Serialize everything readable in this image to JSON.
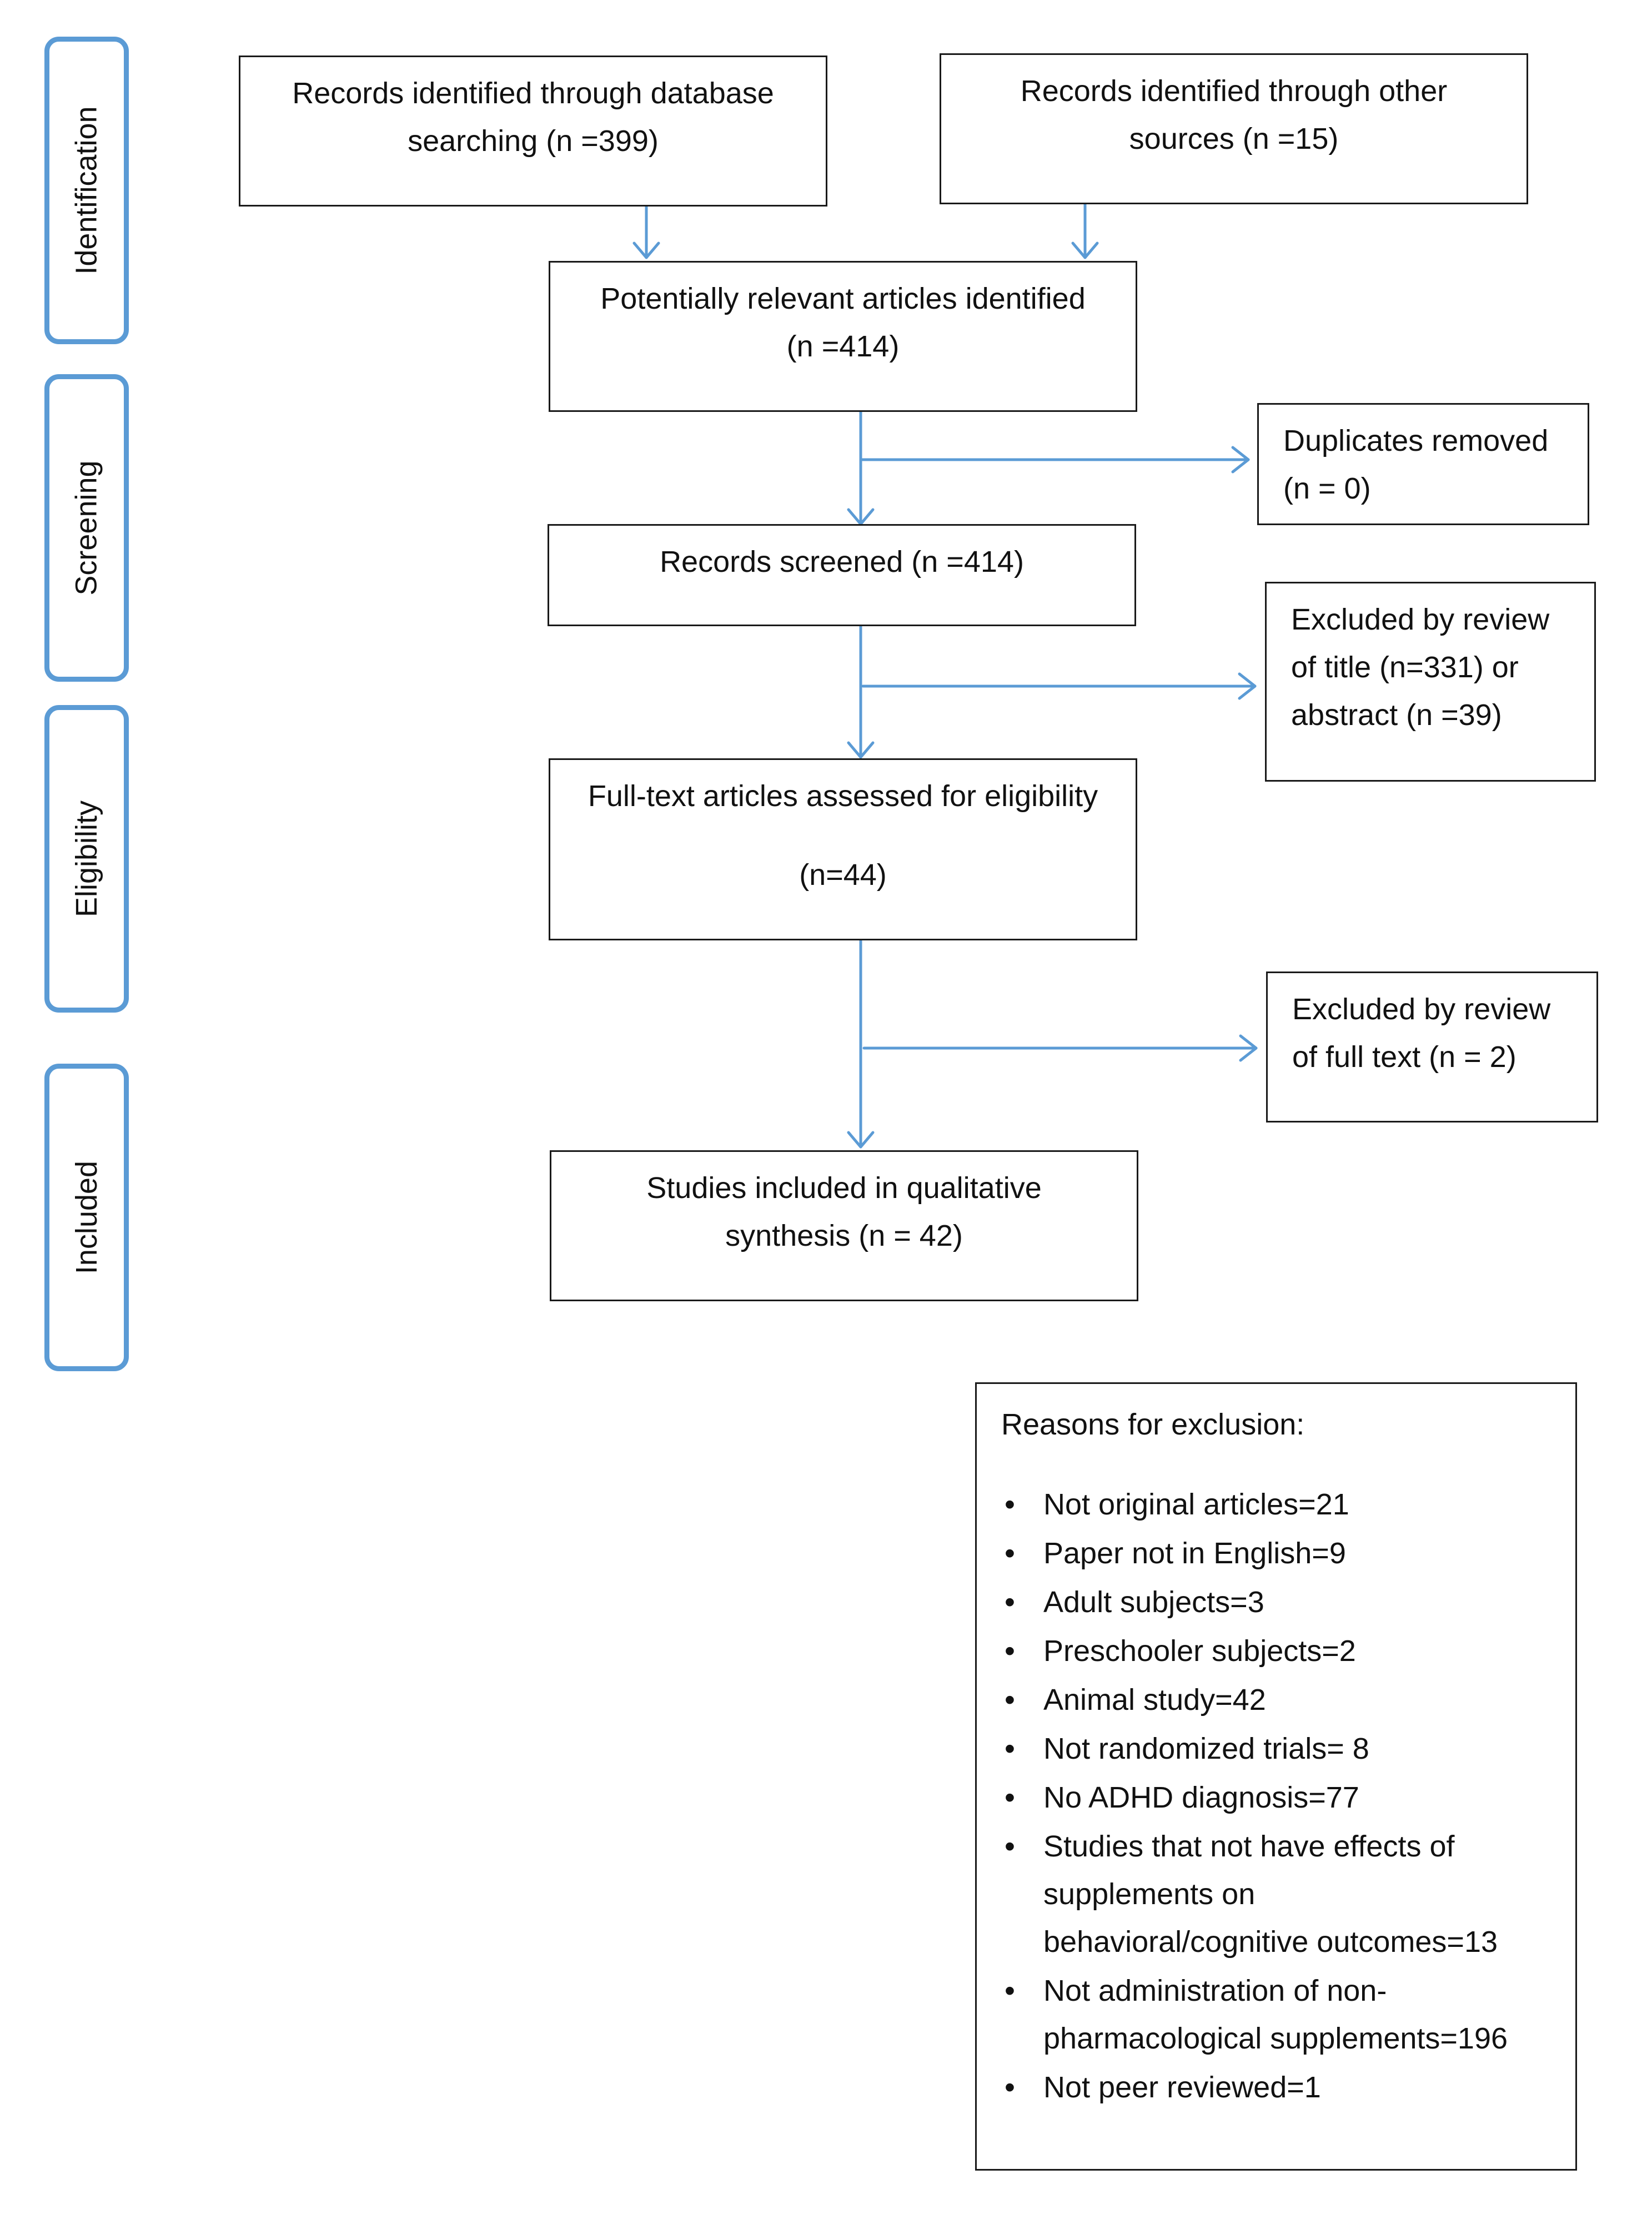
{
  "phases": {
    "identification": "Identification",
    "screening": "Screening",
    "eligibility": "Eligibility",
    "included": "Included"
  },
  "boxes": {
    "database_records": [
      "Records identified through database",
      "searching (n =399)"
    ],
    "other_sources": [
      "Records identified through other",
      "sources (n =15)"
    ],
    "potentially_relevant": [
      "Potentially relevant articles identified",
      "(n =414)"
    ],
    "duplicates_removed": [
      "Duplicates removed",
      "(n = 0)"
    ],
    "records_screened": [
      "Records screened (n =414)"
    ],
    "excluded_title_abstract": [
      "Excluded by review",
      "of title (n=331) or",
      "abstract (n =39)"
    ],
    "full_text_assessed": [
      "Full-text articles assessed for eligibility",
      "",
      "(n=44)"
    ],
    "excluded_full_text": [
      "Excluded by review",
      "of full text (n = 2)"
    ],
    "studies_included": [
      "Studies included in qualitative",
      "synthesis (n = 42)"
    ]
  },
  "reasons": {
    "title": "Reasons for exclusion:",
    "items": [
      [
        "Not original articles=21"
      ],
      [
        "Paper not in English=9"
      ],
      [
        "Adult subjects=3"
      ],
      [
        "Preschooler subjects=2"
      ],
      [
        "Animal study=42"
      ],
      [
        "Not randomized trials= 8"
      ],
      [
        "No ADHD diagnosis=77"
      ],
      [
        "Studies that not have effects of",
        "supplements on",
        "behavioral/cognitive outcomes=13"
      ],
      [
        "Not administration of non-",
        "pharmacological supplements=196"
      ],
      [
        "Not peer reviewed=1"
      ]
    ]
  },
  "colors": {
    "arrow": "#5b9bd5",
    "phase_border": "#5b9bd5",
    "box_border": "#1a1a1a"
  }
}
